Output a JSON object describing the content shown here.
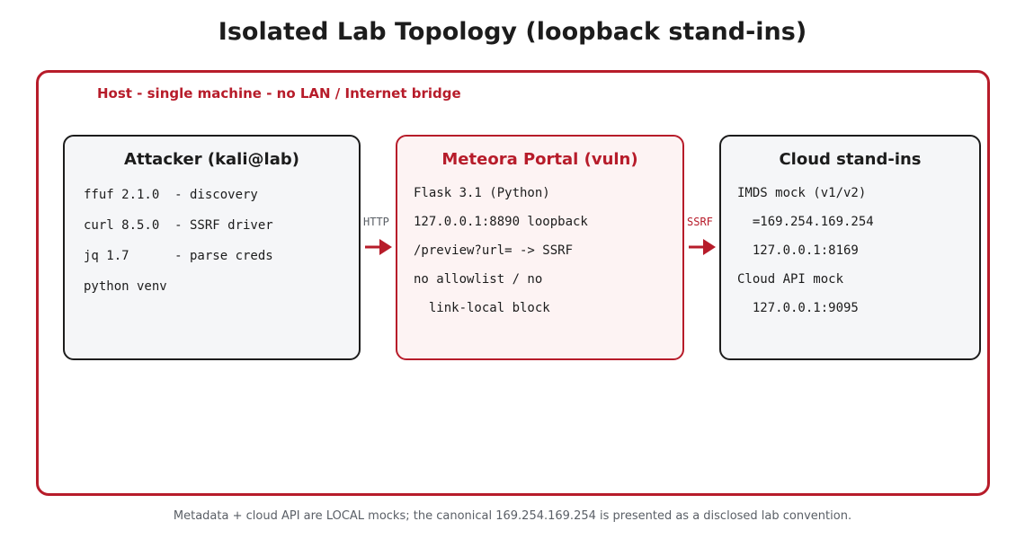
{
  "title": "Isolated Lab Topology (loopback stand-ins)",
  "host": {
    "label": "Host - single machine - no LAN / Internet bridge"
  },
  "nodes": {
    "attacker": {
      "title": "Attacker (kali@lab)",
      "lines": [
        "ffuf 2.1.0  - discovery",
        "curl 8.5.0  - SSRF driver",
        "jq 1.7      - parse creds",
        "python venv"
      ]
    },
    "portal": {
      "title": "Meteora Portal (vuln)",
      "lines": [
        "Flask 3.1 (Python)",
        "127.0.0.1:8890 loopback",
        "/preview?url= -> SSRF",
        "no allowlist / no",
        "  link-local block"
      ]
    },
    "cloud": {
      "title": "Cloud stand-ins",
      "lines": [
        "IMDS mock (v1/v2)",
        "  =169.254.169.254",
        "  127.0.0.1:8169",
        "Cloud API mock",
        "  127.0.0.1:9095"
      ]
    }
  },
  "edges": {
    "attacker_to_portal": "HTTP",
    "portal_to_cloud": "SSRF"
  },
  "footer": "Metadata + cloud API are LOCAL mocks; the canonical 169.254.169.254 is presented as a disclosed lab convention.",
  "colors": {
    "accent": "#b71c2a",
    "text": "#1c1c1c",
    "muted": "#5a5f66",
    "node_fill": "#f5f6f8",
    "vuln_fill": "#fdf3f3"
  }
}
